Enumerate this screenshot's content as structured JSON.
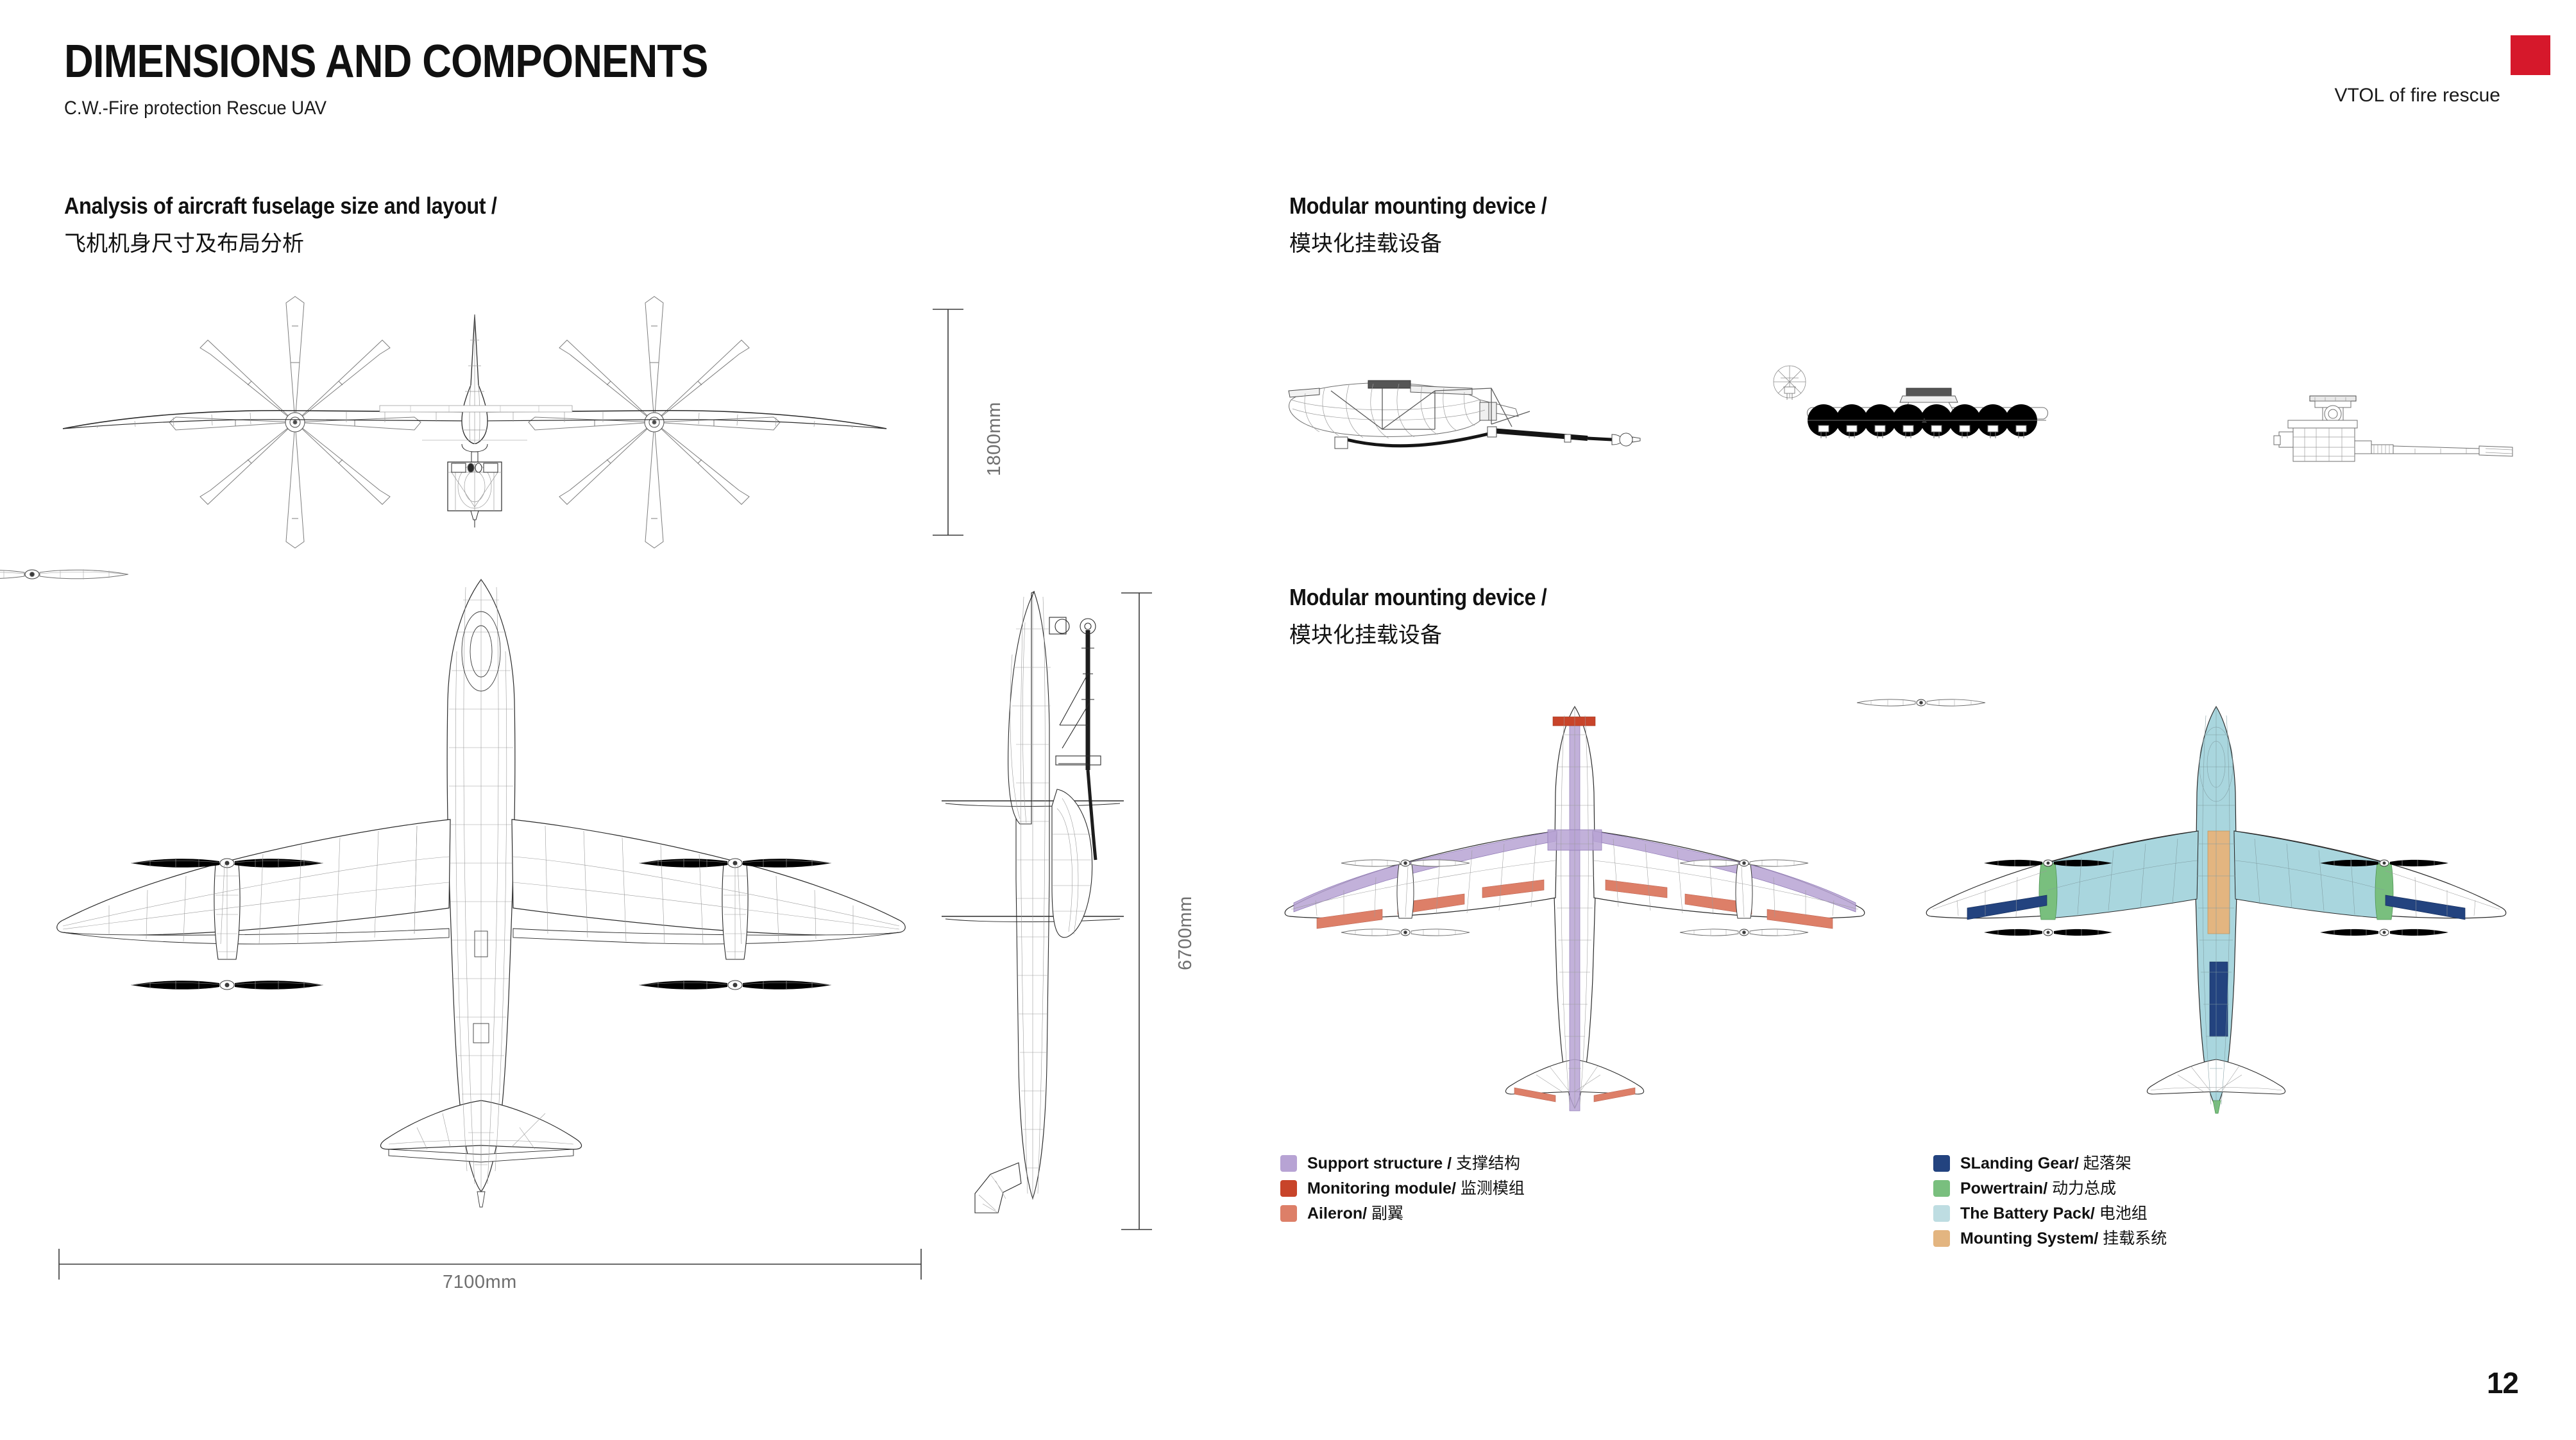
{
  "header": {
    "title": "DIMENSIONS AND COMPONENTS",
    "subtitle": "C.W.-Fire protection Rescue UAV",
    "tagline": "VTOL of fire rescue",
    "corner_mark_color": "#d6182b",
    "page_number": "12"
  },
  "sections": {
    "fuselage": {
      "en": "Analysis of aircraft fuselage size and layout /",
      "cn": "飞机机身尺寸及布局分析"
    },
    "modules_top": {
      "en": "Modular mounting device /",
      "cn": "模块化挂载设备"
    },
    "modules_bottom": {
      "en": "Modular mounting device /",
      "cn": "模块化挂载设备"
    }
  },
  "dimensions": {
    "height": "1800mm",
    "length": "6700mm",
    "span": "7100mm"
  },
  "views": {
    "front_view": "front-elevation-wireframe",
    "top_view": "top-plan-wireframe",
    "side_view": "side-elevation-wireframe",
    "module_1": "water-tank-hose-module",
    "module_2": "multi-pod-dispenser-module",
    "module_3": "camera-gimbal-module",
    "component_view_left": "structure-exploded-top-view",
    "component_view_right": "systems-exploded-top-view"
  },
  "legend_left": [
    {
      "color": "#b7a3d4",
      "en": "Support structure",
      "sep": " / ",
      "cn": "支撑结构"
    },
    {
      "color": "#c8442a",
      "en": "Monitoring module",
      "sep": "/ ",
      "cn": "监测模组"
    },
    {
      "color": "#dd7f68",
      "en": "Aileron",
      "sep": "/ ",
      "cn": "副翼"
    }
  ],
  "legend_right": [
    {
      "color": "#23437f",
      "en": "SLanding Gear",
      "sep": "/ ",
      "cn": "起落架"
    },
    {
      "color": "#79bf7e",
      "en": "Powertrain",
      "sep": "/ ",
      "cn": "动力总成"
    },
    {
      "color": "#bedde2",
      "en": "The Battery Pack",
      "sep": "/ ",
      "cn": "电池组"
    },
    {
      "color": "#e3b580",
      "en": "Mounting System",
      "sep": "/ ",
      "cn": "挂载系统"
    }
  ],
  "palette": {
    "line": "#2a2a2a",
    "mesh": "#8d8d8d",
    "dim": "#6f6f6f",
    "purple": "#b7a3d4",
    "brick": "#c8442a",
    "salmon": "#dd7f68",
    "navy": "#23437f",
    "green": "#79bf7e",
    "cyan": "#a9d6de",
    "tan": "#e3b580"
  }
}
